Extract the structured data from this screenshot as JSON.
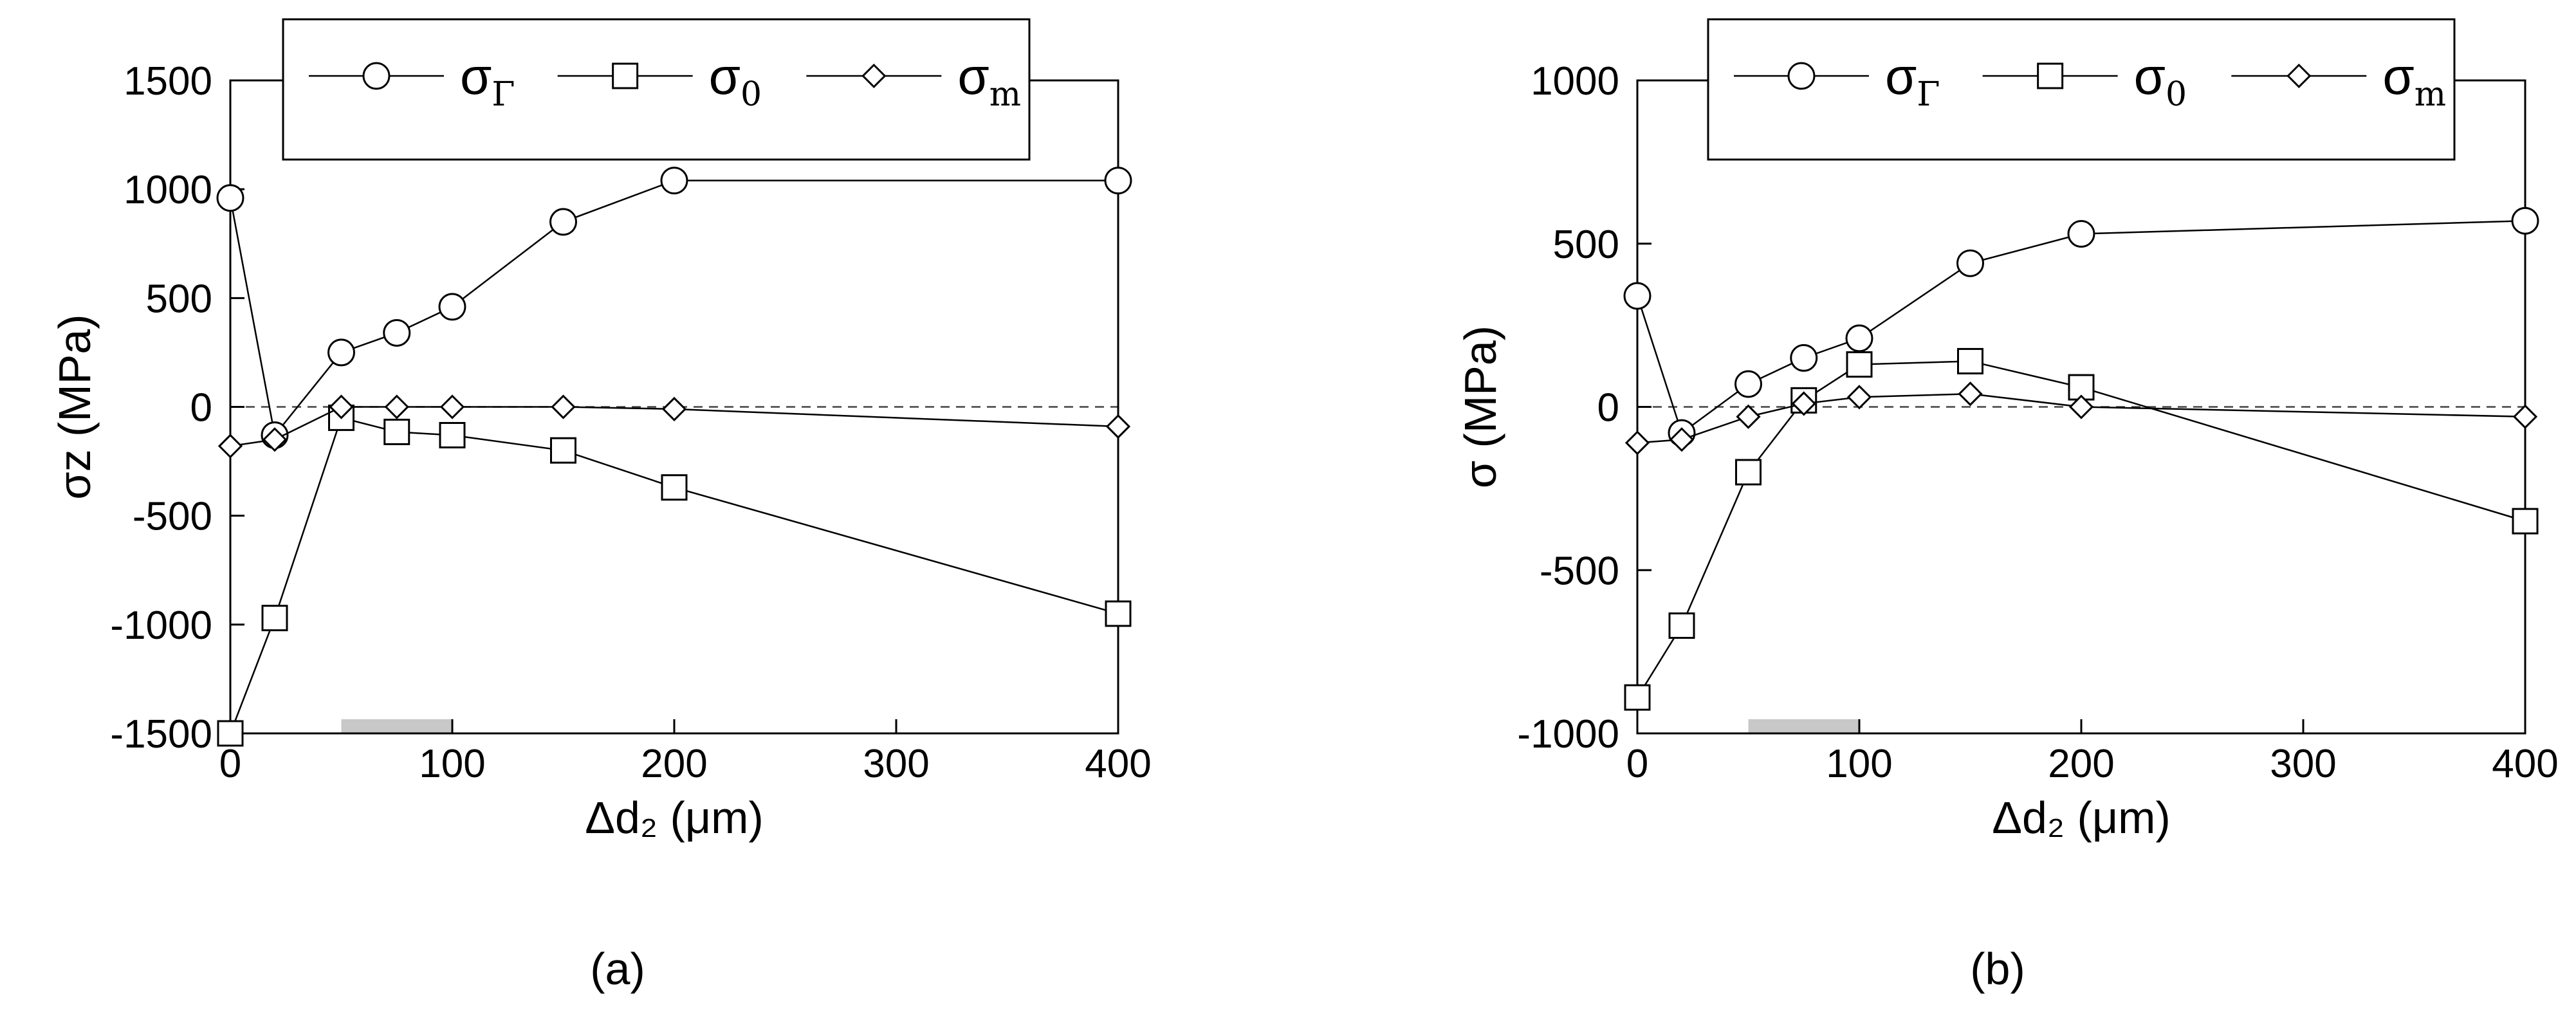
{
  "chart_data": [
    {
      "type": "line",
      "panel_label": "(a)",
      "x": [
        0,
        20,
        50,
        75,
        100,
        150,
        200,
        400
      ],
      "xlim": [
        0,
        400
      ],
      "ylim": [
        -1500,
        1500
      ],
      "xticks": [
        "0",
        "100",
        "200",
        "300",
        "400"
      ],
      "yticks": [
        "-1500",
        "-1000",
        "-500",
        "0",
        "500",
        "1000",
        "1500"
      ],
      "xlabel": "Δd₂ (μm)",
      "ylabel": "σz (MPa)",
      "legend_position": "top",
      "grid": false,
      "zero_line": "dashed",
      "highlight_range": [
        50,
        100
      ],
      "series": [
        {
          "name": "σΓ",
          "marker": "circle",
          "values": [
            960,
            -130,
            250,
            340,
            460,
            850,
            1040,
            1040
          ]
        },
        {
          "name": "σ0",
          "marker": "square",
          "values": [
            -1500,
            -970,
            -50,
            -115,
            -130,
            -200,
            -370,
            -950
          ]
        },
        {
          "name": "σm",
          "marker": "diamond",
          "values": [
            -180,
            -150,
            0,
            0,
            0,
            0,
            -10,
            -90
          ]
        }
      ]
    },
    {
      "type": "line",
      "panel_label": "(b)",
      "x": [
        0,
        20,
        50,
        75,
        100,
        150,
        200,
        400
      ],
      "xlim": [
        0,
        400
      ],
      "ylim": [
        -1000,
        1000
      ],
      "xticks": [
        "0",
        "100",
        "200",
        "300",
        "400"
      ],
      "yticks": [
        "-1000",
        "-500",
        "0",
        "500",
        "1000"
      ],
      "xlabel": "Δd₂ (μm)",
      "ylabel": "σ (MPa)",
      "legend_position": "top",
      "grid": false,
      "zero_line": "dashed",
      "highlight_range": [
        50,
        100
      ],
      "series": [
        {
          "name": "σΓ",
          "marker": "circle",
          "values": [
            340,
            -80,
            70,
            150,
            210,
            440,
            530,
            570
          ]
        },
        {
          "name": "σ0",
          "marker": "square",
          "values": [
            -890,
            -670,
            -200,
            20,
            130,
            140,
            60,
            -350
          ]
        },
        {
          "name": "σm",
          "marker": "diamond",
          "values": [
            -110,
            -100,
            -30,
            10,
            30,
            40,
            0,
            -30
          ]
        }
      ]
    }
  ],
  "colors": {
    "ink": "#000000",
    "highlight": "#c8c8c8",
    "zero_line": "#444444"
  }
}
